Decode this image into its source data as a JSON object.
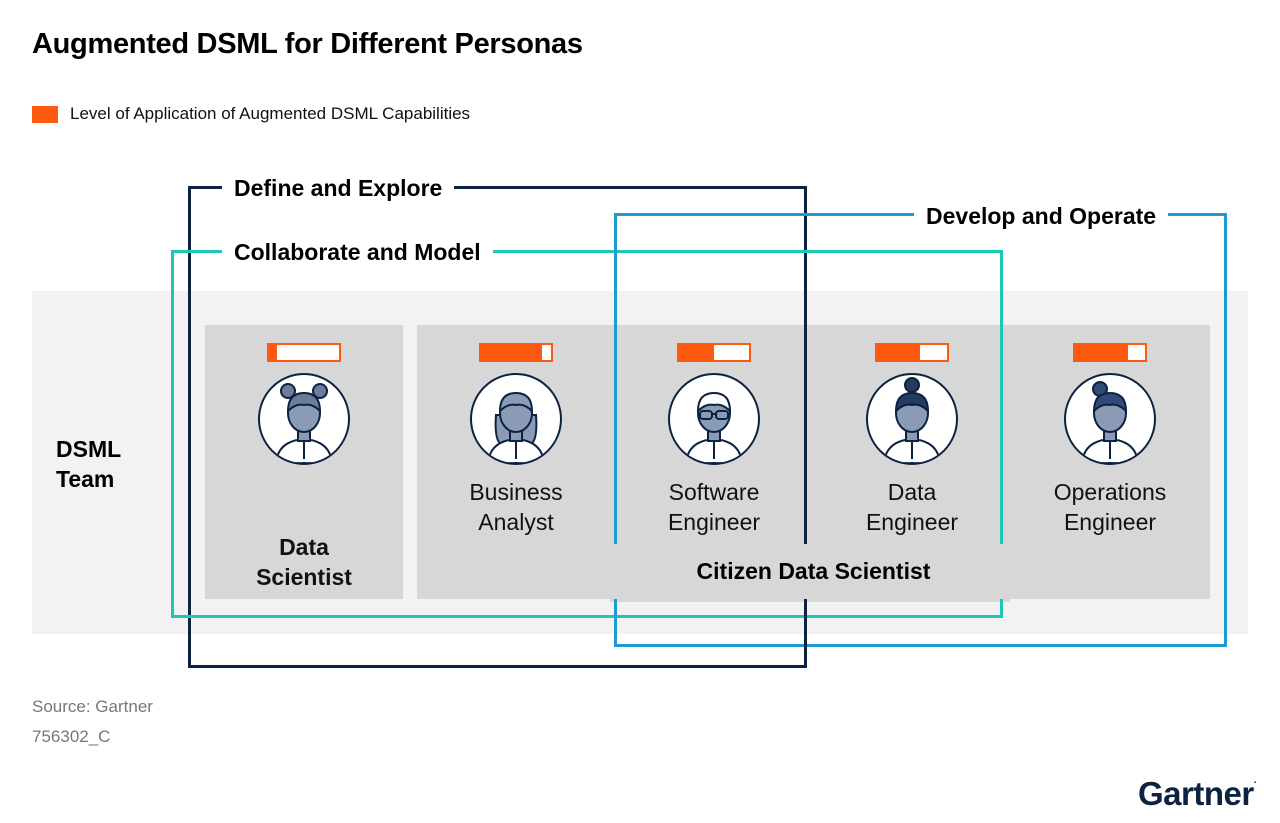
{
  "title": "Augmented DSML for Different Personas",
  "legend": {
    "label": "Level of Application of Augmented DSML Capabilities",
    "color": "#fe5a0f"
  },
  "team_label": "DSML\nTeam",
  "frames": {
    "define": {
      "label": "Define and Explore",
      "color": "#0b2240"
    },
    "collab": {
      "label": "Collaborate and Model",
      "color": "#1cc7b3"
    },
    "develop": {
      "label": "Develop and Operate",
      "color": "#1b9bd1"
    }
  },
  "personas": [
    {
      "name": "Data\nScientist",
      "level": 0.12,
      "hair": "#6d7c9a"
    },
    {
      "name": "Business\nAnalyst",
      "level": 0.87,
      "hair": "#8b9bb5"
    },
    {
      "name": "Software\nEngineer",
      "level": 0.5,
      "hair": "#ffffff"
    },
    {
      "name": "Data\nEngineer",
      "level": 0.62,
      "hair": "#243a5e"
    },
    {
      "name": "Operations\nEngineer",
      "level": 0.75,
      "hair": "#2f4b78"
    }
  ],
  "citizen_label": "Citizen Data Scientist",
  "footer": {
    "source": "Source: Gartner",
    "id": "756302_C"
  },
  "logo": "Gartner"
}
